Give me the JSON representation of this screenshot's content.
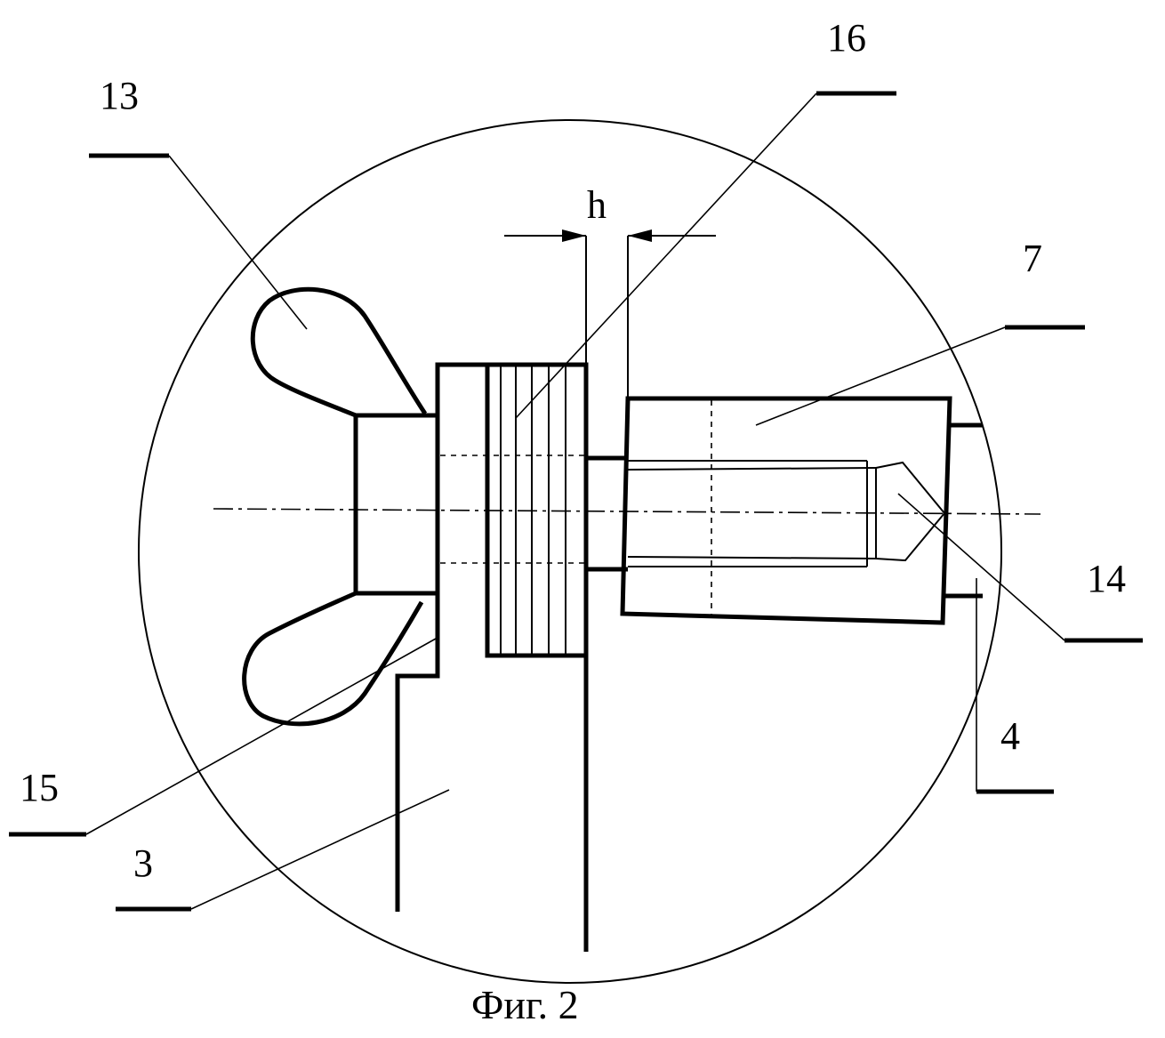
{
  "figure": {
    "caption": "Фиг. 2",
    "dimension_label": "h",
    "callouts": [
      {
        "id": "13",
        "text": "13"
      },
      {
        "id": "16",
        "text": "16"
      },
      {
        "id": "7",
        "text": "7"
      },
      {
        "id": "14",
        "text": "14"
      },
      {
        "id": "4",
        "text": "4"
      },
      {
        "id": "15",
        "text": "15"
      },
      {
        "id": "3",
        "text": "3"
      }
    ]
  }
}
